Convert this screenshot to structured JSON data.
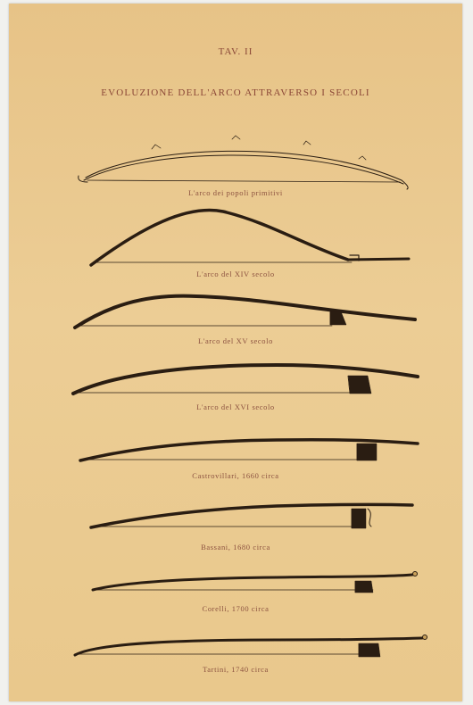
{
  "plate": {
    "number": "TAV. II",
    "title": "EVOLUZIONE DELL'ARCO ATTRAVERSO I SECOLI"
  },
  "bows": [
    {
      "caption": "L'arco dei popoli primitivi"
    },
    {
      "caption": "L'arco del XIV secolo"
    },
    {
      "caption": "L'arco del XV secolo"
    },
    {
      "caption": "L'arco del XVI secolo"
    },
    {
      "caption": "Castrovillari, 1660 circa"
    },
    {
      "caption": "Bassani, 1680 circa"
    },
    {
      "caption": "Corelli, 1700 circa"
    },
    {
      "caption": "Tartini, 1740 circa"
    }
  ],
  "colors": {
    "paper": "#e9c98e",
    "ink": "#2a1d12",
    "heading": "#8a4636"
  }
}
